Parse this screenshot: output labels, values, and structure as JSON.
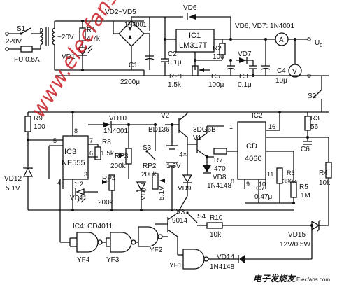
{
  "labels": {
    "s1": "S1",
    "v220": "~220V",
    "fu": "FU 0.5A",
    "v20": "~20V",
    "r1": "R1",
    "r1v": "4.7k",
    "vd1": "VD1",
    "bridge": "VD2~VD5",
    "bridge_v": "1N4001",
    "vd6": "VD6",
    "ic1": "IC1",
    "ic1v": "LM317T",
    "vd6vd7": "VD6, VD7: 1N4001",
    "u0": "U",
    "u0sub": "0",
    "c1": "C1",
    "c1v": "2200μ",
    "c2": "C2",
    "c2v": "0.1μ",
    "r2": "R2",
    "r2v": "100",
    "vd7": "VD7",
    "rp1": "RP1",
    "rp1v": "1.5k",
    "c5": "C5",
    "c5v": "100μ",
    "c3": "C3",
    "c3v": "0.1μ",
    "c4": "C4",
    "c4v": "10μ",
    "s2": "S2",
    "r9": "R9",
    "r9v": "100",
    "vd10": "VD10",
    "vd10v": "1N4001",
    "v2": "V2",
    "v2v": "BD136",
    "q3dg": "3DG6B",
    "v1": "V1",
    "ic2": "IC2",
    "ic2a": "CD",
    "ic2b": "4060",
    "r3": "R3",
    "r3v": "56",
    "c6": "C6",
    "ic3": "IC3",
    "ic3v": "NE555",
    "r8": "R8",
    "r8v": "1.5k",
    "rp3": "RP3",
    "rp3v": "200k",
    "s3": "S3",
    "rp2": "RP2",
    "rp2v": "200k",
    "bat": "4×",
    "batv": "1.5V",
    "r7": "R7",
    "r7v": "470",
    "vd8": "VD8",
    "vd8v": "1N4148",
    "r6": "R6",
    "r6v": "330k",
    "c7": "C7",
    "c7v": "0.47μ",
    "r5": "R5",
    "r5v": "1M",
    "r4": "R4",
    "r4v": "10k",
    "vd12": "VD12",
    "vd12v": "5.1V",
    "rp4": "RP4",
    "rp4v": "200k",
    "vd11": "VD11",
    "vd13": "VD13",
    "vd13v": "5.1V",
    "vd9": "VD9",
    "v3": "V3",
    "v3v": "9014",
    "s4": "S4",
    "r10": "R10",
    "r10v": "10k",
    "vd15": "VD15",
    "vd15v": "12V/0.5W",
    "ic4": "IC4: CD4011",
    "yf4": "YF4",
    "yf3": "YF3",
    "yf2": "YF2",
    "yf1": "YF1",
    "vd14": "VD14",
    "vd14v": "1N4148",
    "meter_a": "A",
    "meter_v": "V",
    "pin1": "1",
    "pin16": "16",
    "pin8": "8",
    "pin9": "9",
    "pin10": "10",
    "pin11": "11",
    "p555_8": "8",
    "p555_5": "5",
    "p555_7": "7",
    "p555_6": "6",
    "p555_4": "4",
    "p555_1": "1",
    "p555_2": "2",
    "p555_3": "3"
  },
  "watermark": "www.elecfans.com",
  "logo": {
    "cn": "电子发烧友",
    "en": "Elecfans.com"
  },
  "colors": {
    "line": "#111111",
    "watermark": "#c81d25"
  }
}
